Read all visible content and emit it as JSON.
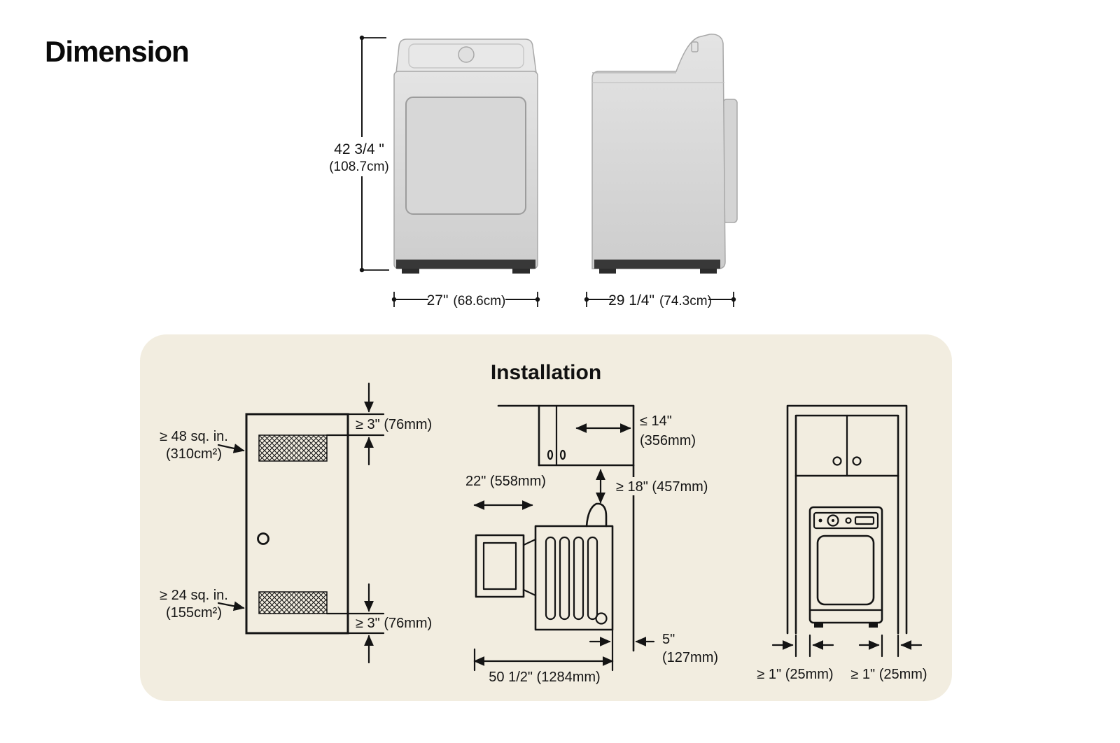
{
  "page": {
    "title": "Dimension",
    "installation_title": "Installation",
    "background": "#ffffff",
    "panel_background": "#f2ede0",
    "line_color": "#141414"
  },
  "dimensions": {
    "height_value": "42 3/4 \"",
    "height_metric": "(108.7cm)",
    "width_value": "27\"",
    "width_metric": "(68.6cm)",
    "depth_value": "29 1/4\"",
    "depth_metric": "(74.3cm)"
  },
  "installation": {
    "closet_vent": {
      "top_area_value": "≥ 48 sq. in.",
      "top_area_metric": "(310cm²)",
      "top_gap": "≥ 3\" (76mm)",
      "bottom_area_value": "≥ 24 sq. in.",
      "bottom_area_metric": "(155cm²)",
      "bottom_gap": "≥ 3\" (76mm)"
    },
    "side_clearance": {
      "cabinet_depth_value": "≤ 14\"",
      "cabinet_depth_metric": "(356mm)",
      "above_clearance": "≥ 18\" (457mm)",
      "door_open": "22\" (558mm)",
      "rear_value": "5\"",
      "rear_metric": "(127mm)",
      "total_depth": "50 1/2\" (1284mm)"
    },
    "alcove": {
      "left_clearance": "≥ 1\" (25mm)",
      "right_clearance": "≥ 1\" (25mm)"
    }
  }
}
